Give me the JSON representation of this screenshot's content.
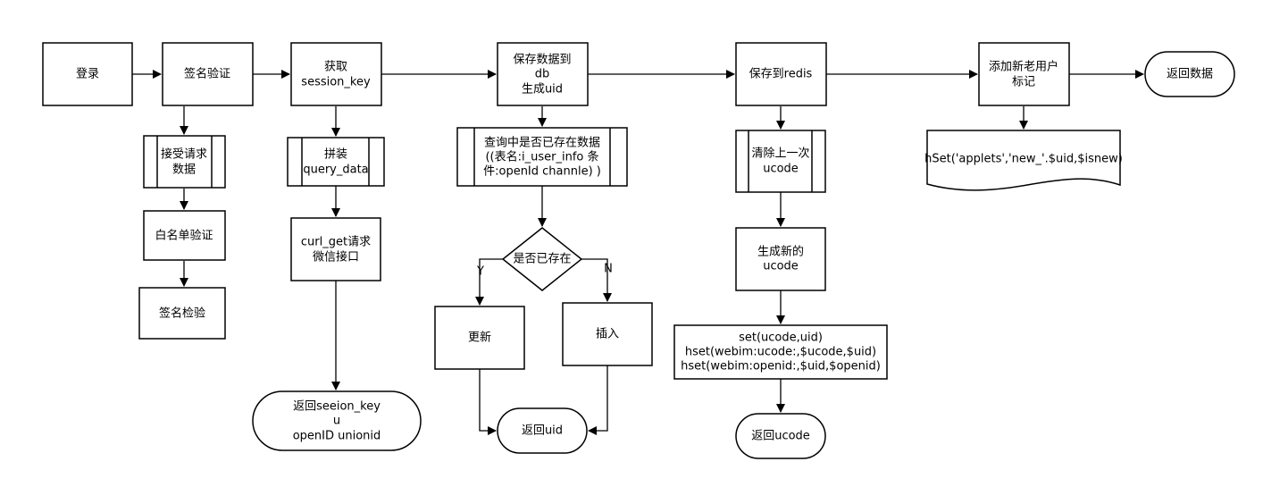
{
  "diagram": {
    "nodes": {
      "login": "登录",
      "sign_verify": "签名验证",
      "get_session_key": [
        "获取",
        "session_key"
      ],
      "save_db": [
        "保存数据到",
        "db",
        "生成uid"
      ],
      "save_redis": "保存到redis",
      "add_flag": [
        "添加新老用户",
        "标记"
      ],
      "return_data": "返回数据",
      "accept_request": [
        "接受请求",
        "数据"
      ],
      "whitelist_verify": "白名单验证",
      "sign_check": "签名检验",
      "assemble_query": [
        "拼装",
        "query_data"
      ],
      "curl_get": [
        "curl_get请求",
        "微信接口"
      ],
      "return_session": [
        "返回seeion_key",
        "u",
        "openID  unionid"
      ],
      "query_exists": [
        "查询中是否已存在数据",
        "((表名:i_user_info 条",
        "件:openId channle) )"
      ],
      "exists_decision": "是否已存在",
      "update": "更新",
      "insert": "插入",
      "return_uid": "返回uid",
      "clear_ucode": [
        "清除上一次",
        "ucode"
      ],
      "gen_ucode": [
        "生成新的",
        "ucode"
      ],
      "set_ucode": [
        "set(ucode,uid)",
        "hset(webim:ucode:,$ucode,$uid)",
        "hset(webim:openid:,$uid,$openid)"
      ],
      "return_ucode": "返回ucode",
      "hset_applets": "hSet('applets','new_'.$uid,$isnew)"
    },
    "edge_labels": {
      "yes": "Y",
      "no": "N"
    }
  }
}
